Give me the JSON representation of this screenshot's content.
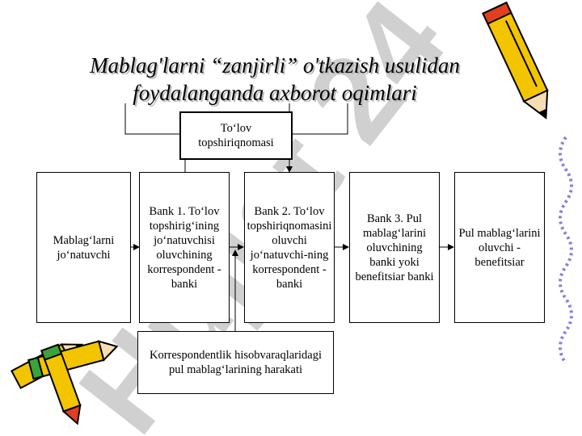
{
  "title": "Mablag'larni “zanjirli” o'tkazish usulidan foydalanganda axborot oqimlari",
  "watermark": "Hujjat 24",
  "boxes": {
    "payment_order": "To‘lov topshiriqnomasi",
    "payer": "Mablag‘larni jo‘natuvchi",
    "bank1": "Bank 1. To‘lov topshirig‘ining jo‘natuvchisi oluvchining korrespondent -banki",
    "bank2": "Bank 2. To‘lov topshiriqnomasini oluvchi jo‘natuvchi-ning korrespondent -banki",
    "bank3": "Bank 3. Pul mablag‘larini oluvchining banki yoki benefitsiar banki",
    "receiver": "Pul mablag‘larini oluvchi - benefitsiar",
    "corr_movement": "Korrespondentlik hisobvaraqlaridagi pul mablag‘larining harakati"
  },
  "colors": {
    "watermark": "#c6c6c6",
    "watermark_alt": "#a9a9cc",
    "pencil_body": "#f2c500",
    "pencil_tip": "#d03020"
  }
}
